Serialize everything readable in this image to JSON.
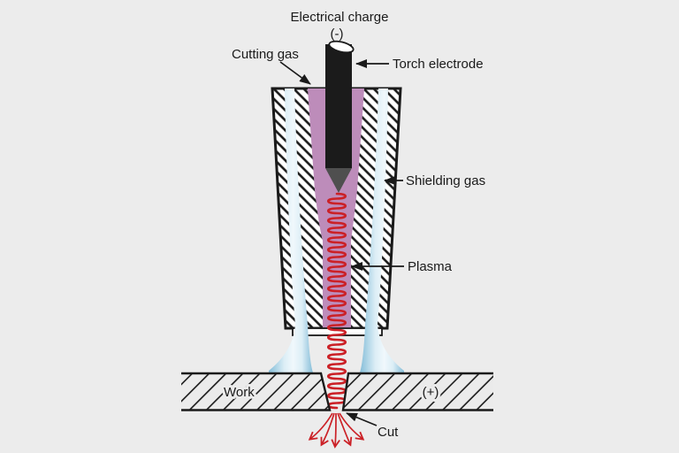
{
  "labels": {
    "electrical_charge": "Electrical charge",
    "polarity_negative": "(-)",
    "cutting_gas": "Cutting gas",
    "torch_electrode": "Torch electrode",
    "shielding_gas": "Shielding gas",
    "plasma": "Plasma",
    "work": "Work",
    "polarity_positive": "(+)",
    "cut": "Cut"
  },
  "colors": {
    "bg": "#ececec",
    "outline": "#1a1a1a",
    "purple": "#bd8cba",
    "blue_edge": "#85bdd8",
    "blue_mid": "#dcEEf6",
    "electrode": "#1b1b1b",
    "tip": "#4f4f4f",
    "red": "#cb2127",
    "torchfill": "#ffffff",
    "workfill": "#ebebeb"
  }
}
